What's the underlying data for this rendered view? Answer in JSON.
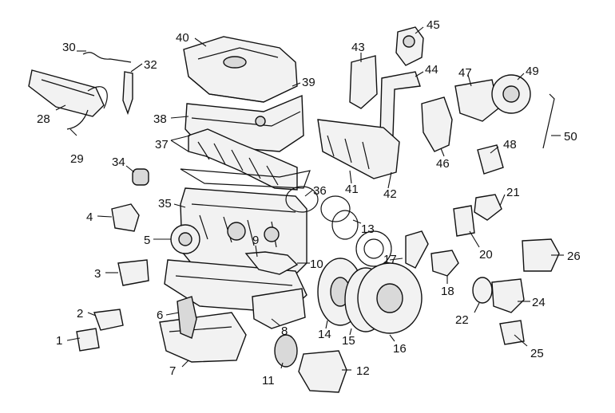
{
  "diagram": {
    "labels": [
      "1",
      "2",
      "3",
      "4",
      "5",
      "6",
      "7",
      "8",
      "9",
      "10",
      "11",
      "12",
      "13",
      "14",
      "15",
      "16",
      "17",
      "18",
      "20",
      "21",
      "22",
      "24",
      "25",
      "26",
      "28",
      "29",
      "30",
      "32",
      "34",
      "35",
      "36",
      "37",
      "38",
      "39",
      "40",
      "41",
      "42",
      "43",
      "44",
      "45",
      "46",
      "47",
      "48",
      "49",
      "50"
    ]
  }
}
